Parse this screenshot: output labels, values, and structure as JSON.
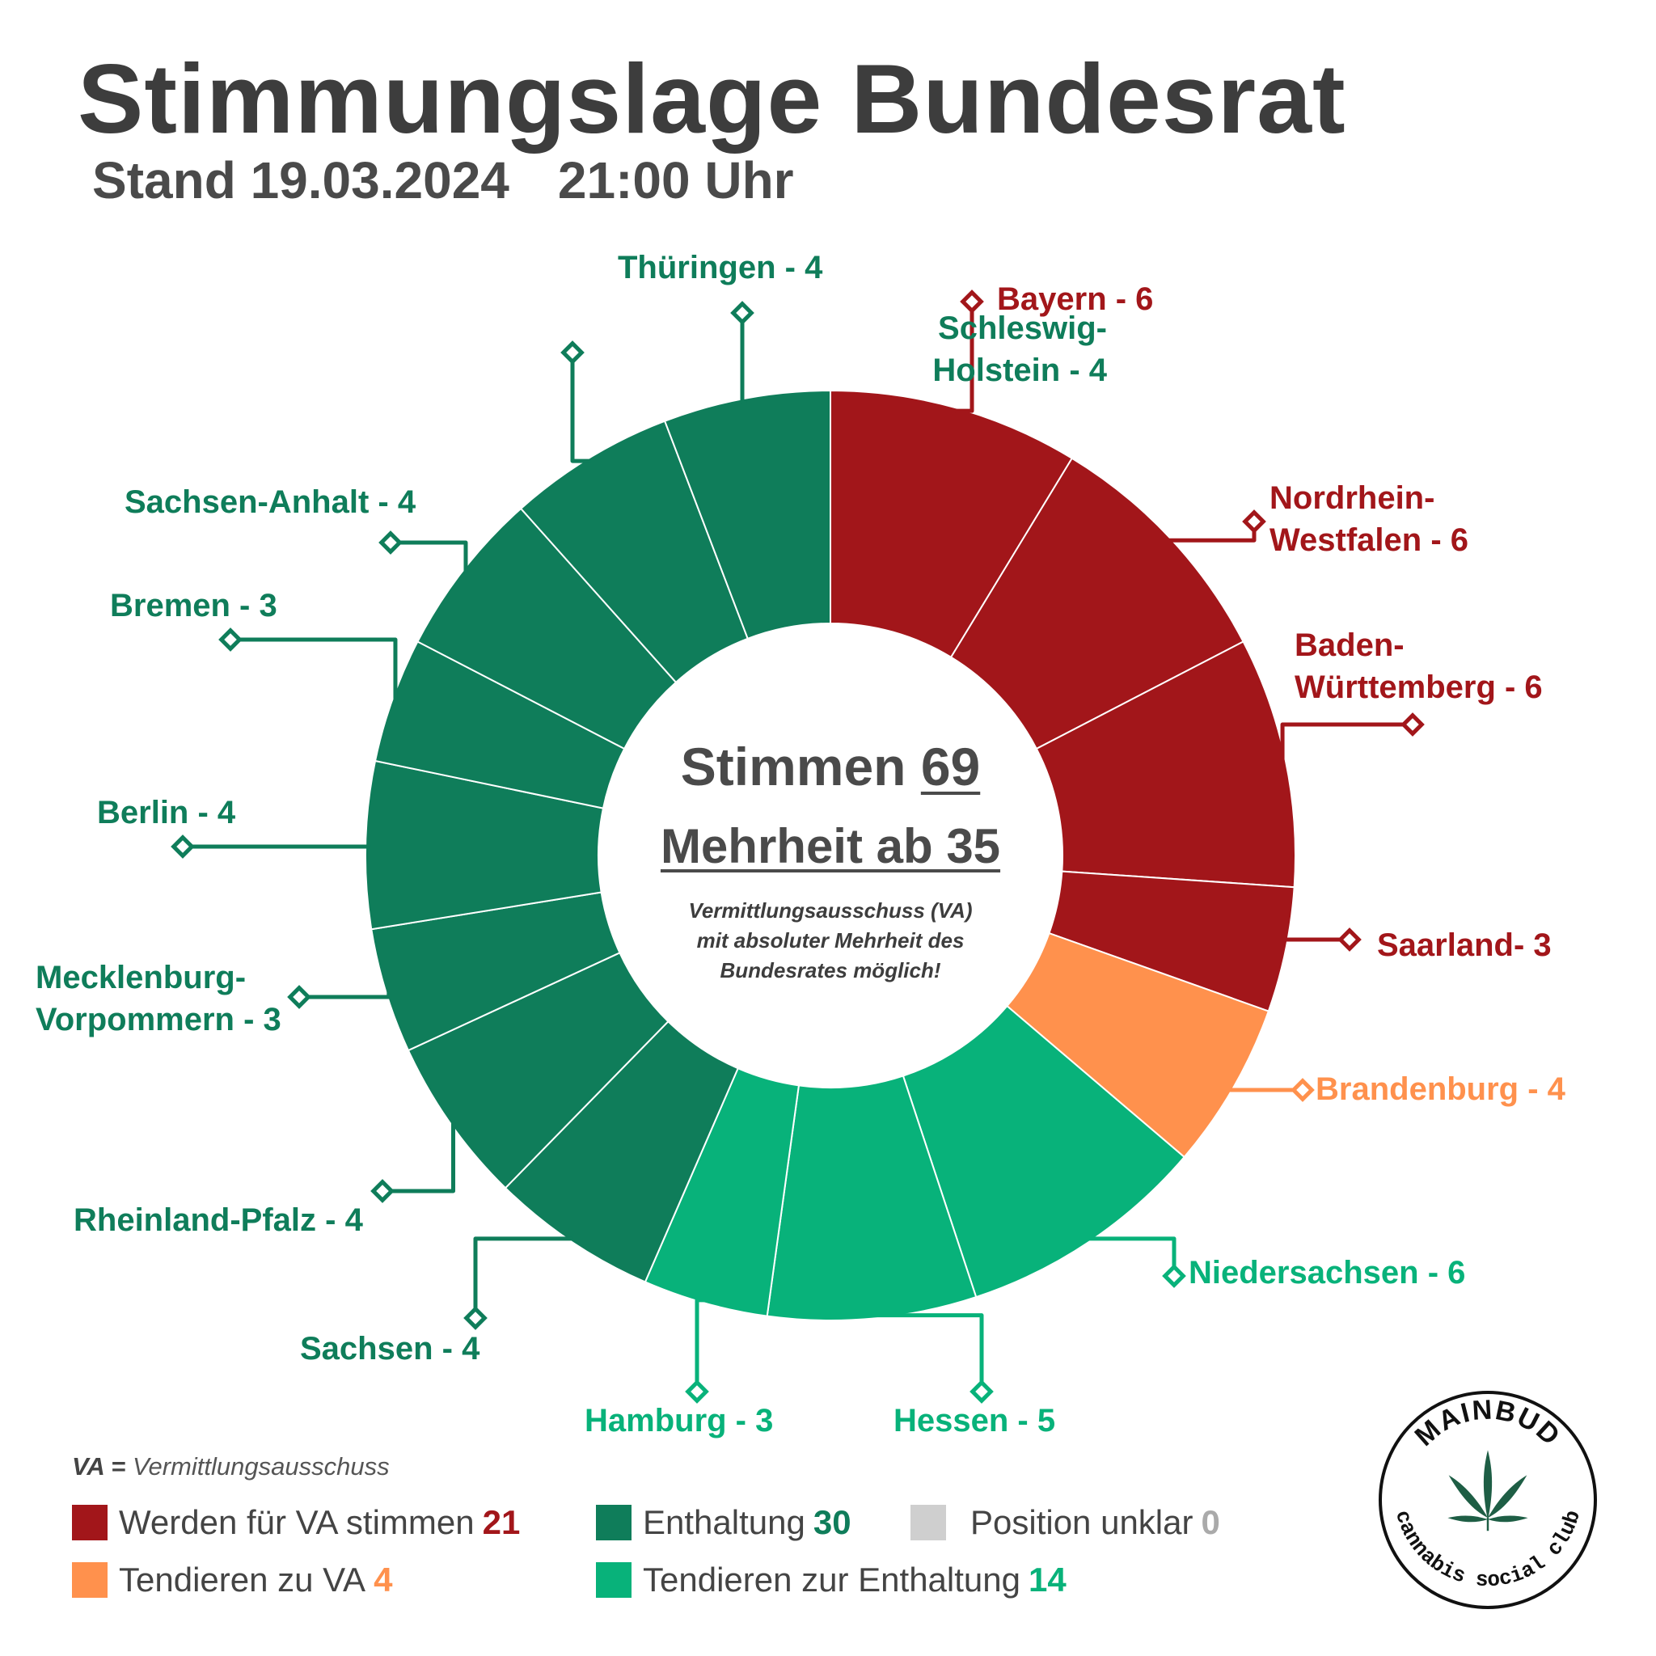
{
  "header": {
    "title": "Stimmungslage Bundesrat",
    "date": "Stand 19.03.2024",
    "time": "21:00 Uhr"
  },
  "center": {
    "votes_label": "Stimmen",
    "votes_total": "69",
    "majority": "Mehrheit ab 35",
    "note": "Vermittlungsausschuss (VA)\nmit absoluter Mehrheit des\nBundesrates möglich!"
  },
  "legend": {
    "abbrev_key": "VA =",
    "abbrev_value": "Vermittlungsausschuss",
    "items": [
      {
        "label": "Werden für VA stimmen",
        "count": "21",
        "color": "#A2161A"
      },
      {
        "label": "Enthaltung",
        "count": "30",
        "color": "#0F7D5A"
      },
      {
        "label": "Position unklar",
        "count": "0",
        "color": "#CFCFCF"
      },
      {
        "label": "Tendieren zu VA",
        "count": "4",
        "color": "#FF914D"
      },
      {
        "label": "Tendieren zur Enthaltung",
        "count": "14",
        "color": "#08B27A"
      }
    ]
  },
  "logo": {
    "top": "MAINBUD",
    "bottom": "cannabis social club"
  },
  "chart_data": {
    "type": "pie",
    "subtype": "donut",
    "title": "Stimmungslage Bundesrat",
    "total": 69,
    "categories": {
      "va": "#A2161A",
      "tend_va": "#FF914D",
      "enth": "#0F7D5A",
      "tend_enth": "#08B27A",
      "unklar": "#CFCFCF"
    },
    "segments": [
      {
        "name": "Bayern",
        "value": 6,
        "category": "va",
        "label": "Bayern - 6"
      },
      {
        "name": "Nordrhein-Westfalen",
        "value": 6,
        "category": "va",
        "label": "Nordrhein-\nWestfalen - 6"
      },
      {
        "name": "Baden-Württemberg",
        "value": 6,
        "category": "va",
        "label": "Baden-\nWürttemberg - 6"
      },
      {
        "name": "Saarland",
        "value": 3,
        "category": "va",
        "label": "Saarland- 3"
      },
      {
        "name": "Brandenburg",
        "value": 4,
        "category": "tend_va",
        "label": "Brandenburg - 4"
      },
      {
        "name": "Niedersachsen",
        "value": 6,
        "category": "tend_enth",
        "label": "Niedersachsen - 6"
      },
      {
        "name": "Hessen",
        "value": 5,
        "category": "tend_enth",
        "label": "Hessen - 5"
      },
      {
        "name": "Hamburg",
        "value": 3,
        "category": "tend_enth",
        "label": "Hamburg - 3"
      },
      {
        "name": "Sachsen",
        "value": 4,
        "category": "enth",
        "label": "Sachsen - 4"
      },
      {
        "name": "Rheinland-Pfalz",
        "value": 4,
        "category": "enth",
        "label": "Rheinland-Pfalz - 4"
      },
      {
        "name": "Mecklenburg-Vorpommern",
        "value": 3,
        "category": "enth",
        "label": "Mecklenburg-\nVorpommern - 3"
      },
      {
        "name": "Berlin",
        "value": 4,
        "category": "enth",
        "label": "Berlin - 4"
      },
      {
        "name": "Bremen",
        "value": 3,
        "category": "enth",
        "label": "Bremen - 3"
      },
      {
        "name": "Sachsen-Anhalt",
        "value": 4,
        "category": "enth",
        "label": "Sachsen-Anhalt - 4"
      },
      {
        "name": "Schleswig-Holstein",
        "value": 4,
        "category": "enth",
        "label": "Schleswig-\nHolstein - 4"
      },
      {
        "name": "Thüringen",
        "value": 4,
        "category": "enth",
        "label": "Thüringen - 4"
      }
    ]
  }
}
